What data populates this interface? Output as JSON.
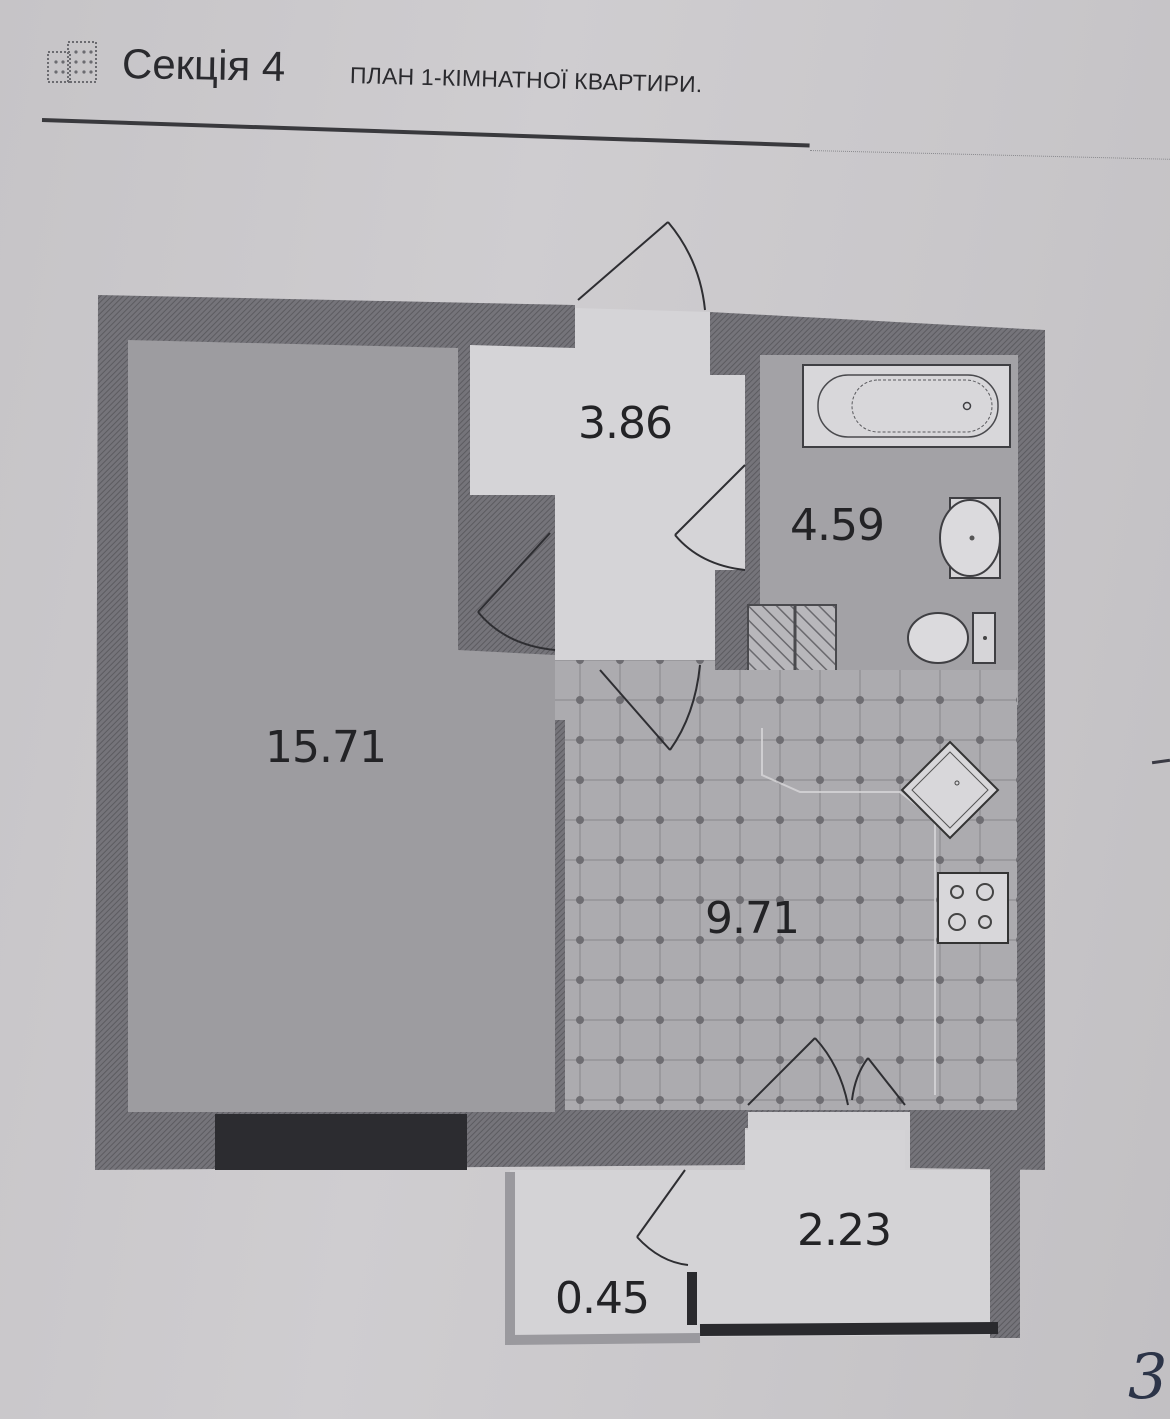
{
  "header": {
    "logo_icon": "building-grid-icon",
    "title": "Секція 4",
    "subtitle": "ПЛАН 1-КІМНАТНОЇ КВАРТИРИ."
  },
  "floor_plan": {
    "rooms": [
      {
        "id": "living-room",
        "area": "15.71"
      },
      {
        "id": "hallway",
        "area": "3.86"
      },
      {
        "id": "bathroom",
        "area": "4.59"
      },
      {
        "id": "kitchen",
        "area": "9.71"
      },
      {
        "id": "balcony",
        "area": "2.23"
      },
      {
        "id": "balcony-nook",
        "area": "0.45"
      }
    ],
    "fixtures": [
      "bathtub-icon",
      "washbasin-icon",
      "toilet-icon",
      "kitchen-sink-icon",
      "stove-icon",
      "wardrobe-icon"
    ],
    "colors": {
      "wall": "#6f6e72",
      "living_floor": "#9b9a9e",
      "open_floor": "#d6d5d8",
      "window": "#2b2b2e"
    }
  },
  "annotations": {
    "page_number": "3"
  }
}
